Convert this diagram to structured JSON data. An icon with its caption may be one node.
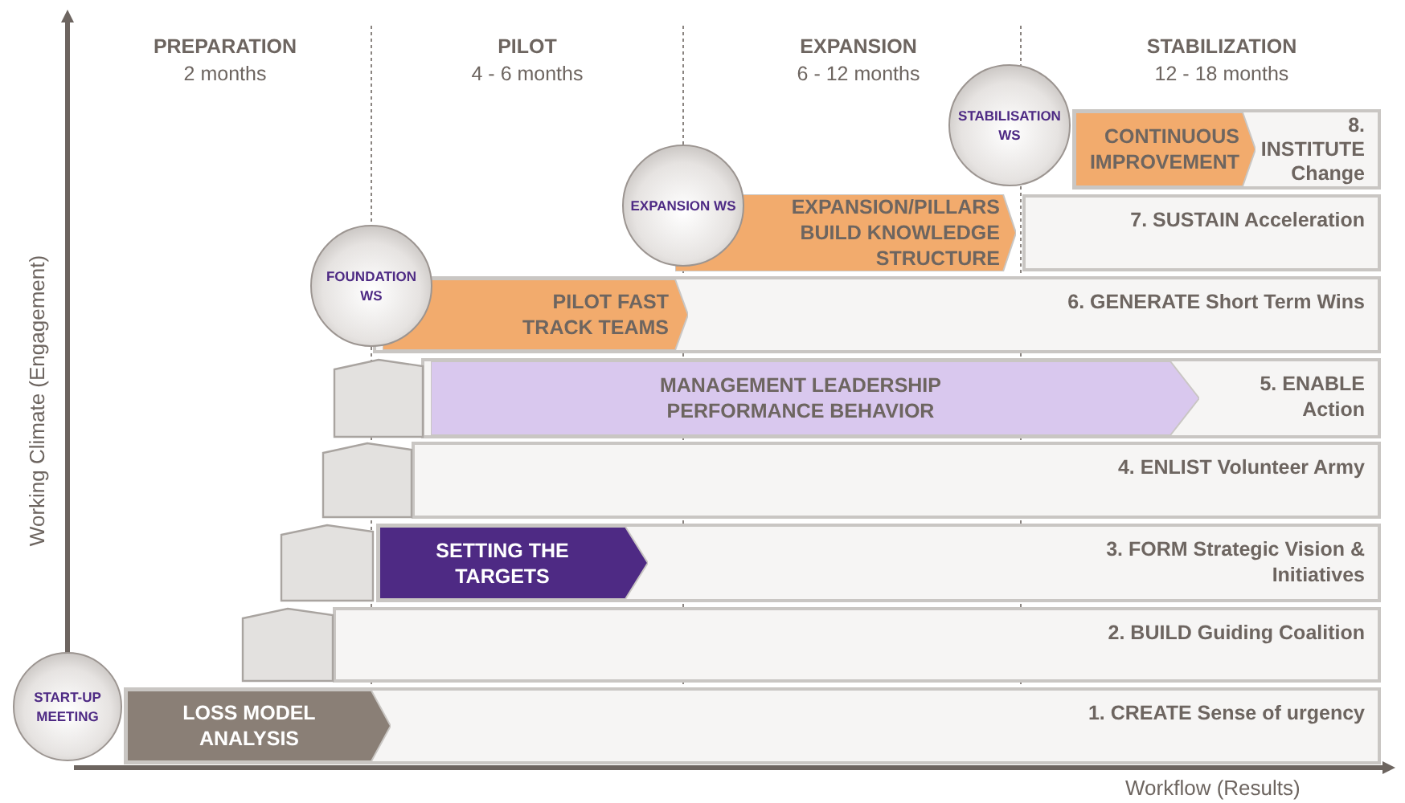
{
  "diagram": {
    "nodes": [
      {
        "text": [
          "STABILISATION WS"
        ]
      },
      {
        "text": [
          "CONTINUOUS IMPROVEMENT"
        ],
        "in": 2
      },
      {
        "text": [
          "8. INSTITUTE Change"
        ]
      },
      {
        "text": [
          "EXPANSION WS"
        ]
      },
      {
        "text": [
          "EXPANSION/PILLARS BUILD KNOWLEDGE STRUCTURE"
        ]
      },
      {
        "text": [
          "7. SUSTAIN Acceleration"
        ]
      },
      {
        "text": [
          "FOUNDATION WS"
        ]
      },
      {
        "text": [
          "PILOT FAST TRACK TEAMS"
        ],
        "in": 8
      },
      {
        "text": [
          "6. GENERATE Short Term Wins"
        ]
      },
      {
        "text": [],
        "shape": "box"
      },
      {
        "text": [
          "MANAGEMENT LEADERSHIP PERFORMANCE BEHAVIOR"
        ],
        "in": 11
      },
      {
        "text": [
          "5. ENABLE Action"
        ]
      },
      {
        "text": [],
        "shape": "box"
      },
      {
        "text": [
          "4. ENLIST Volunteer Army"
        ]
      },
      {
        "text": [],
        "shape": "box"
      },
      {
        "text": [
          "SETTING THE TARGETS"
        ],
        "in": 16
      },
      {
        "text": [
          "3. FORM Strategic Vision & Initiatives"
        ]
      },
      {
        "text": [],
        "shape": "box"
      },
      {
        "text": [
          "2. BUILD Guiding Coalition"
        ]
      },
      {
        "text": [
          "START-UP MEETING"
        ]
      },
      {
        "text": [
          "LOSS MODEL ANALYSIS"
        ],
        "in": 21
      },
      {
        "text": [
          "1. CREATE Sense of urgency"
        ]
      }
    ],
    "labels": [
      "Working Climate (Engagement)",
      "PREPARATION",
      "2 months",
      "PILOT",
      "4 - 6 months",
      "EXPANSION",
      "6 - 12 months",
      "STABILIZATION",
      "12 - 18 months",
      "Workflow (Results)"
    ]
  }
}
